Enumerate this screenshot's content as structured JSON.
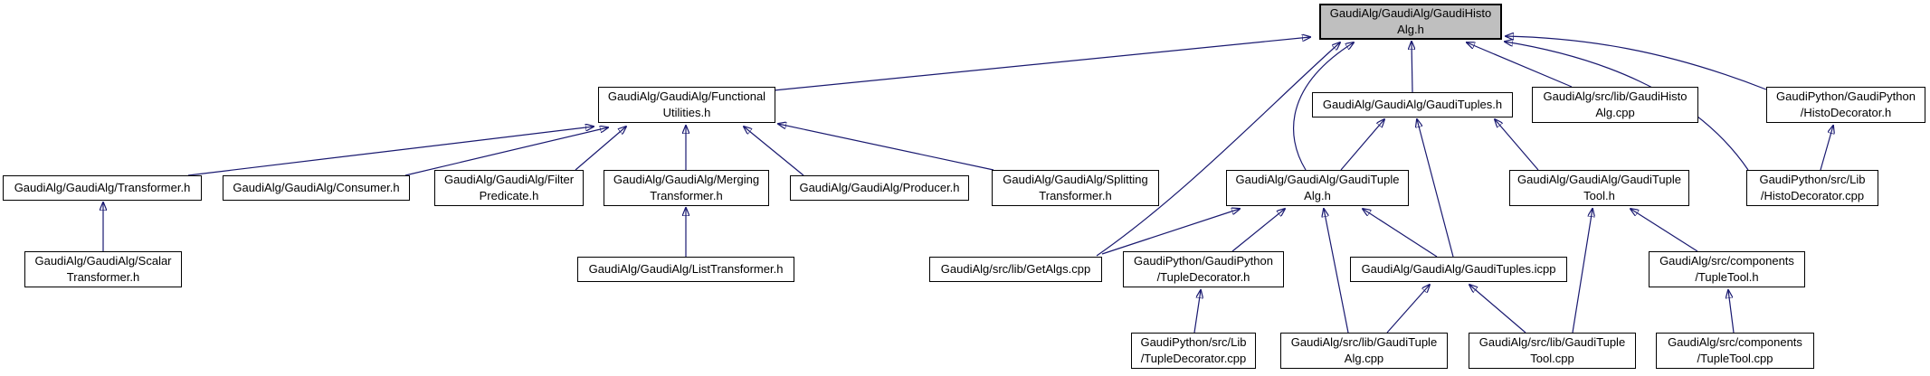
{
  "diagram": {
    "type": "doxygen-included-by-graph",
    "background_color": "#ffffff",
    "edge_color": "#191970",
    "node_border_color": "#000000",
    "node_fill_color": "#ffffff",
    "root_fill_color": "#bfbfbf",
    "nodes": {
      "gaudi_histo_alg_h": {
        "label": "GaudiAlg/GaudiAlg/GaudiHisto\nAlg.h"
      },
      "functional_utilities_h": {
        "label": "GaudiAlg/GaudiAlg/Functional\nUtilities.h"
      },
      "gaudi_tuples_h": {
        "label": "GaudiAlg/GaudiAlg/GaudiTuples.h"
      },
      "gaudi_histo_alg_cpp": {
        "label": "GaudiAlg/src/lib/GaudiHisto\nAlg.cpp"
      },
      "histo_decorator_h": {
        "label": "GaudiPython/GaudiPython\n/HistoDecorator.h"
      },
      "transformer_h": {
        "label": "GaudiAlg/GaudiAlg/Transformer.h"
      },
      "consumer_h": {
        "label": "GaudiAlg/GaudiAlg/Consumer.h"
      },
      "filter_predicate_h": {
        "label": "GaudiAlg/GaudiAlg/Filter\nPredicate.h"
      },
      "merging_transformer_h": {
        "label": "GaudiAlg/GaudiAlg/Merging\nTransformer.h"
      },
      "producer_h": {
        "label": "GaudiAlg/GaudiAlg/Producer.h"
      },
      "splitting_transformer_h": {
        "label": "GaudiAlg/GaudiAlg/Splitting\nTransformer.h"
      },
      "gaudi_tuple_alg_h": {
        "label": "GaudiAlg/GaudiAlg/GaudiTuple\nAlg.h"
      },
      "gaudi_tuple_tool_h": {
        "label": "GaudiAlg/GaudiAlg/GaudiTuple\nTool.h"
      },
      "histo_decorator_cpp": {
        "label": "GaudiPython/src/Lib\n/HistoDecorator.cpp"
      },
      "scalar_transformer_h": {
        "label": "GaudiAlg/GaudiAlg/Scalar\nTransformer.h"
      },
      "list_transformer_h": {
        "label": "GaudiAlg/GaudiAlg/ListTransformer.h"
      },
      "get_algs_cpp": {
        "label": "GaudiAlg/src/lib/GetAlgs.cpp"
      },
      "tuple_decorator_h": {
        "label": "GaudiPython/GaudiPython\n/TupleDecorator.h"
      },
      "gaudi_tuples_icpp": {
        "label": "GaudiAlg/GaudiAlg/GaudiTuples.icpp"
      },
      "components_tuple_tool_h": {
        "label": "GaudiAlg/src/components\n/TupleTool.h"
      },
      "tuple_decorator_cpp": {
        "label": "GaudiPython/src/Lib\n/TupleDecorator.cpp"
      },
      "gaudi_tuple_alg_cpp": {
        "label": "GaudiAlg/src/lib/GaudiTuple\nAlg.cpp"
      },
      "gaudi_tuple_tool_cpp": {
        "label": "GaudiAlg/src/lib/GaudiTuple\nTool.cpp"
      },
      "components_tuple_tool_cpp": {
        "label": "GaudiAlg/src/components\n/TupleTool.cpp"
      }
    },
    "edges": [
      {
        "from": "functional_utilities_h",
        "to": "gaudi_histo_alg_h"
      },
      {
        "from": "gaudi_tuples_h",
        "to": "gaudi_histo_alg_h"
      },
      {
        "from": "gaudi_tuple_alg_h",
        "to": "gaudi_histo_alg_h"
      },
      {
        "from": "get_algs_cpp",
        "to": "gaudi_histo_alg_h"
      },
      {
        "from": "gaudi_histo_alg_cpp",
        "to": "gaudi_histo_alg_h"
      },
      {
        "from": "histo_decorator_h",
        "to": "gaudi_histo_alg_h"
      },
      {
        "from": "histo_decorator_cpp",
        "to": "gaudi_histo_alg_h"
      },
      {
        "from": "transformer_h",
        "to": "functional_utilities_h"
      },
      {
        "from": "consumer_h",
        "to": "functional_utilities_h"
      },
      {
        "from": "filter_predicate_h",
        "to": "functional_utilities_h"
      },
      {
        "from": "merging_transformer_h",
        "to": "functional_utilities_h"
      },
      {
        "from": "producer_h",
        "to": "functional_utilities_h"
      },
      {
        "from": "splitting_transformer_h",
        "to": "functional_utilities_h"
      },
      {
        "from": "scalar_transformer_h",
        "to": "transformer_h"
      },
      {
        "from": "list_transformer_h",
        "to": "merging_transformer_h"
      },
      {
        "from": "gaudi_tuple_alg_h",
        "to": "gaudi_tuples_h"
      },
      {
        "from": "gaudi_tuple_tool_h",
        "to": "gaudi_tuples_h"
      },
      {
        "from": "gaudi_tuples_icpp",
        "to": "gaudi_tuples_h"
      },
      {
        "from": "get_algs_cpp",
        "to": "gaudi_tuple_alg_h"
      },
      {
        "from": "tuple_decorator_h",
        "to": "gaudi_tuple_alg_h"
      },
      {
        "from": "gaudi_tuple_alg_cpp",
        "to": "gaudi_tuple_alg_h"
      },
      {
        "from": "gaudi_tuples_icpp",
        "to": "gaudi_tuple_alg_h"
      },
      {
        "from": "gaudi_tuple_tool_cpp",
        "to": "gaudi_tuple_tool_h"
      },
      {
        "from": "components_tuple_tool_h",
        "to": "gaudi_tuple_tool_h"
      },
      {
        "from": "tuple_decorator_cpp",
        "to": "tuple_decorator_h"
      },
      {
        "from": "gaudi_tuple_alg_cpp",
        "to": "gaudi_tuples_icpp"
      },
      {
        "from": "gaudi_tuple_tool_cpp",
        "to": "gaudi_tuples_icpp"
      },
      {
        "from": "components_tuple_tool_cpp",
        "to": "components_tuple_tool_h"
      },
      {
        "from": "histo_decorator_cpp",
        "to": "histo_decorator_h"
      }
    ]
  }
}
